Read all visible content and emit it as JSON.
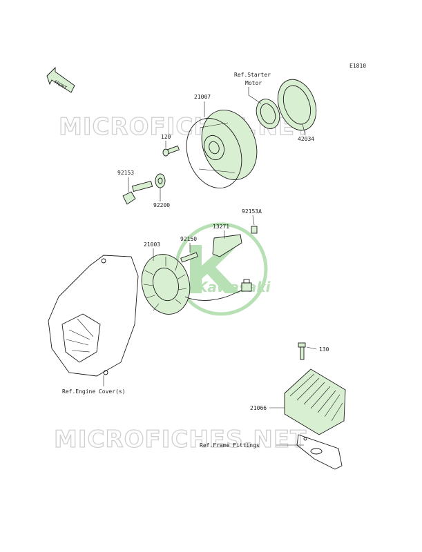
{
  "diagram_code": "E1810",
  "front_arrow_text": "FRONT",
  "watermark_text": "MICROFICHES.NET",
  "logo_text": "Kawasaki",
  "colors": {
    "line": "#1a1a1a",
    "part_fill": "#d9efd2",
    "watermark": "#cfcfcf",
    "logo": "#7fc77a"
  },
  "parts": {
    "p21007": "21007",
    "p120": "120",
    "p92153": "92153",
    "p92200": "92200",
    "p42034": "42034",
    "p92153a": "92153A",
    "p13271": "13271",
    "p21003": "21003",
    "p92150": "92150",
    "p130": "130",
    "p21066": "21066"
  },
  "refs": {
    "starter_motor_line1": "Ref.Starter",
    "starter_motor_line2": "Motor",
    "engine_cover": "Ref.Engine Cover(s)",
    "frame_fittings": "Ref.Frame Fittings"
  }
}
